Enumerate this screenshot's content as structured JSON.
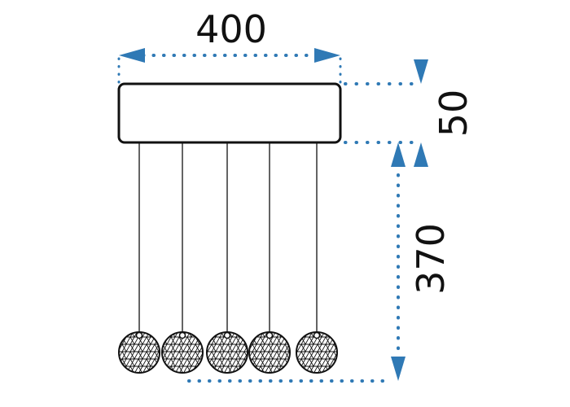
{
  "dimensions": {
    "width_label": "400",
    "height_label": "50",
    "drop_label": "370"
  },
  "pendants": {
    "count": 5
  },
  "colors": {
    "dimension_line": "#2f79b5",
    "outline": "#111111"
  }
}
